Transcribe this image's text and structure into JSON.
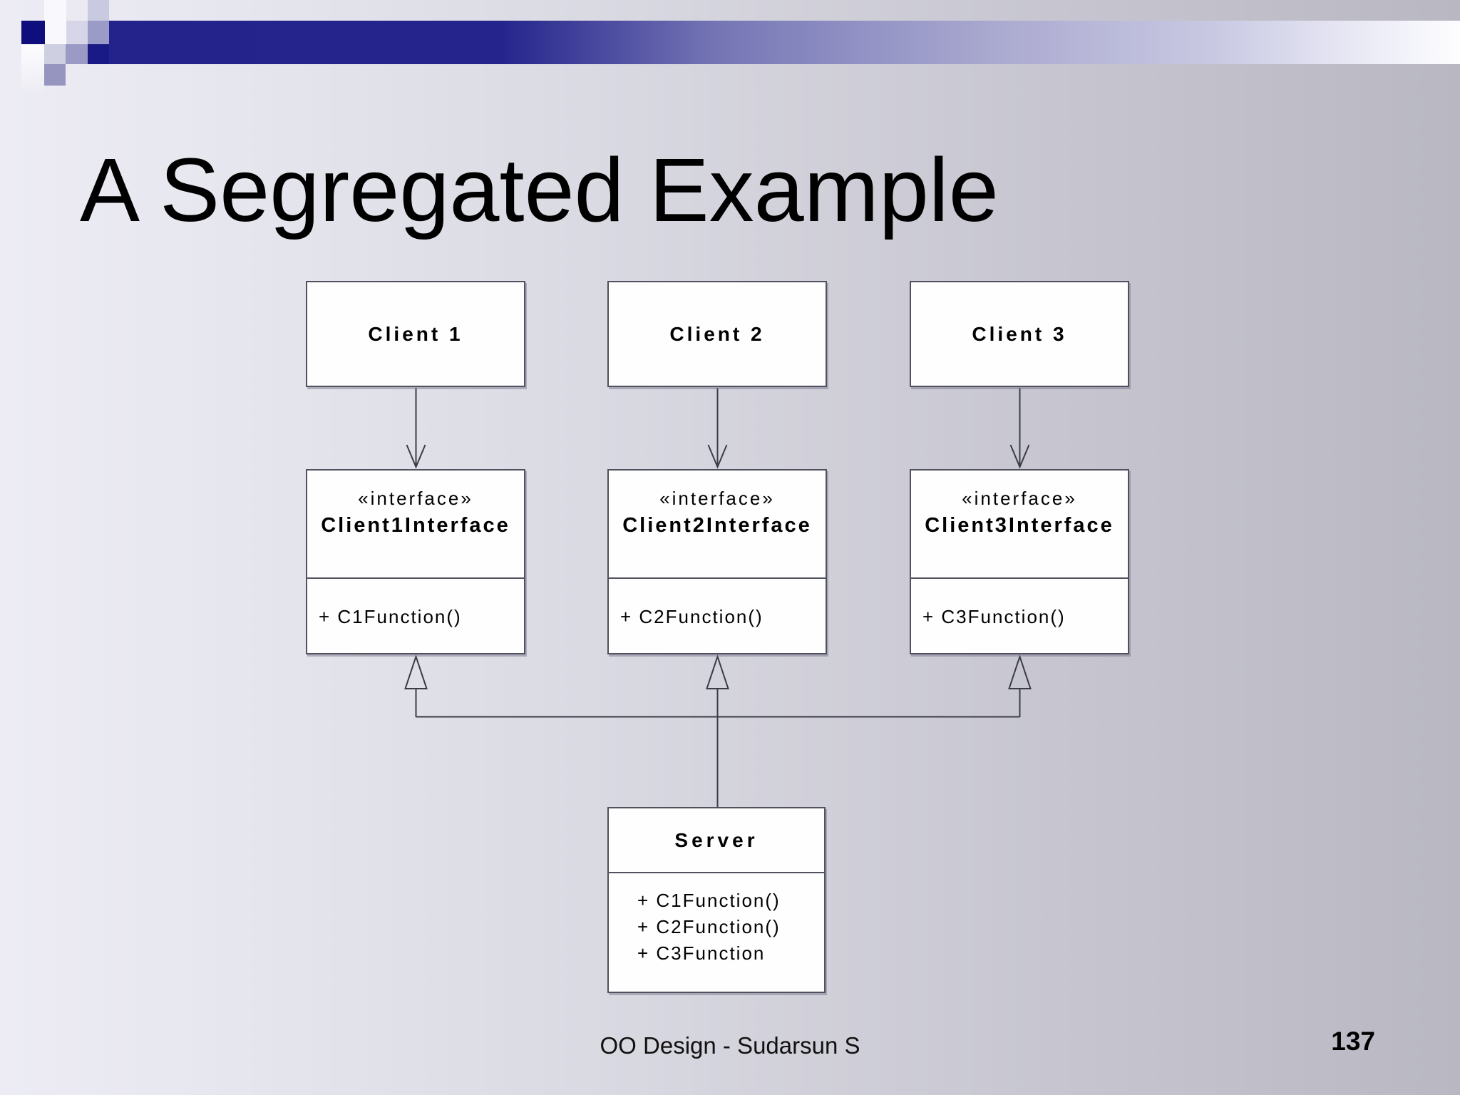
{
  "slide": {
    "title": "A Segregated Example",
    "footer": "OO Design - Sudarsun S",
    "page_number": "137"
  },
  "colors": {
    "bar_navy": "#23238b",
    "square_navy": "#0e0e7c",
    "line": "#3c3c46",
    "box_border": "#50505e",
    "box_fill": "#fefefe",
    "background_left": "#edecf4",
    "background_right": "#b9b8c2"
  },
  "diagram": {
    "clients": [
      {
        "label": "Client 1"
      },
      {
        "label": "Client 2"
      },
      {
        "label": "Client 3"
      }
    ],
    "interfaces": [
      {
        "stereotype": "«interface»",
        "name": "Client1Interface",
        "method": "+ C1Function()"
      },
      {
        "stereotype": "«interface»",
        "name": "Client2Interface",
        "method": "+ C2Function()"
      },
      {
        "stereotype": "«interface»",
        "name": "Client3Interface",
        "method": "+ C3Function()"
      }
    ],
    "server": {
      "name": "Server",
      "methods": [
        "+ C1Function()",
        "+ C2Function()",
        "+ C3Function"
      ]
    }
  }
}
